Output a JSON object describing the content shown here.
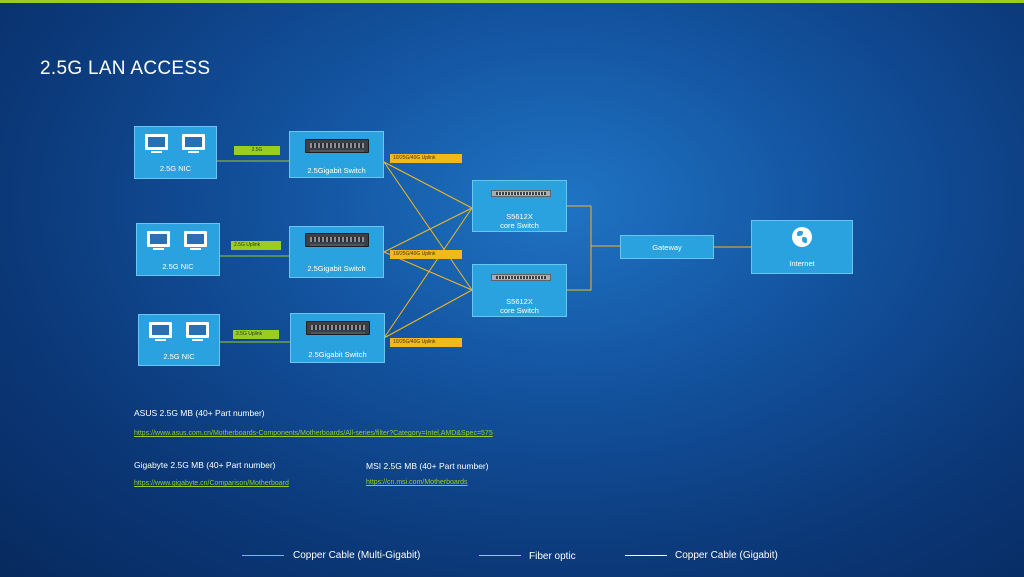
{
  "title": "2.5G LAN ACCESS",
  "colors": {
    "copper_multi_gigabit": "#9ccc21",
    "fiber_optic": "#f2b81c",
    "copper_gigabit": "#ffffff",
    "node_fill": "#2aa2df",
    "top_bar": "#9ccc21"
  },
  "nodes": {
    "nic1": {
      "label": "2.5G  NIC"
    },
    "nic2": {
      "label": "2.5G  NIC"
    },
    "nic3": {
      "label": "2.5G  NIC"
    },
    "switch1": {
      "label": "2.5Gigabit  Switch"
    },
    "switch2": {
      "label": "2.5Gigabit  Switch"
    },
    "switch3": {
      "label": "2.5Gigabit  Switch"
    },
    "core1": {
      "line1": "S5612X",
      "line2": "core Switch"
    },
    "core2": {
      "line1": "S5612X",
      "line2": "core Switch"
    },
    "gateway": {
      "label": "Gateway"
    },
    "internet": {
      "label": "Internet"
    }
  },
  "tags": {
    "nic1": "2.5G",
    "nic2": "2.5G Uplink",
    "nic3": "2.5G Uplink",
    "uplink1": "10/25G/40G Uplink",
    "uplink2": "10/25G/40G Uplink",
    "uplink3": "10/25G/40G Uplink"
  },
  "links": {
    "asus": {
      "text": "ASUS 2.5G MB (40+ Part number)",
      "url": "https://www.asus.com.cn/Motherboards-Components/Motherboards/All-series/filter?Category=Intel,AMD&Spec=575"
    },
    "gigabyte": {
      "text": "Gigabyte 2.5G MB (40+ Part number)",
      "url": "https://www.gigabyte.cn/Comparison/Motherboard"
    },
    "msi": {
      "text": "MSI 2.5G MB (40+ Part number)",
      "url": "https://cn.msi.com/Motherboards"
    }
  },
  "legend": [
    {
      "label": "Copper Cable (Multi-Gigabit)",
      "color": "#9ccc21"
    },
    {
      "label": "Fiber optic",
      "color": "#f2b81c"
    },
    {
      "label": "Copper Cable (Gigabit)",
      "color": "#ffffff"
    }
  ]
}
